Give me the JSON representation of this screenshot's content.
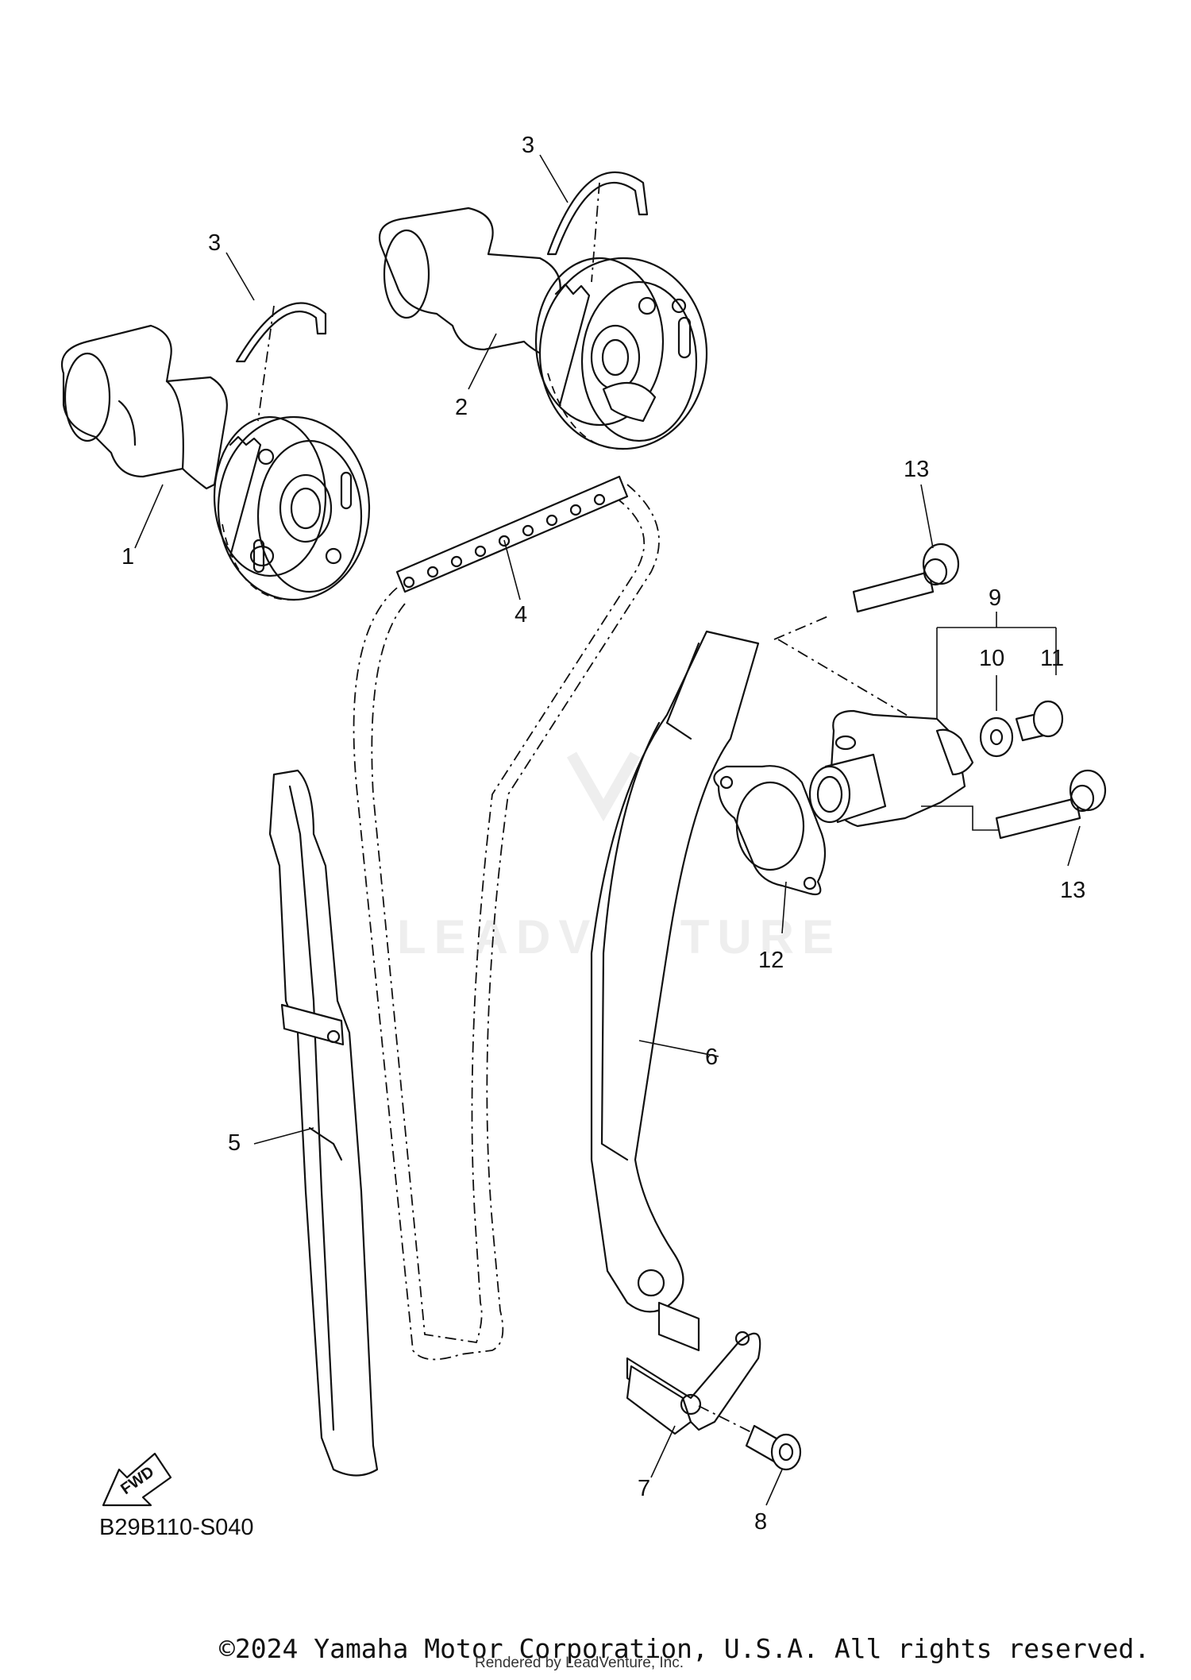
{
  "diagram": {
    "watermark": "LEADVENTURE",
    "drawing_code": "B29B110-S040",
    "fwd_label": "FWD",
    "callouts": {
      "c1": "1",
      "c2": "2",
      "c3a": "3",
      "c3b": "3",
      "c4": "4",
      "c5": "5",
      "c6": "6",
      "c7": "7",
      "c8": "8",
      "c9": "9",
      "c10": "10",
      "c11": "11",
      "c12": "12",
      "c13a": "13",
      "c13b": "13"
    }
  },
  "footer": {
    "copyright": "©2024 Yamaha Motor Corporation, U.S.A. All rights reserved.",
    "rendered_by": "Rendered by LeadVenture, Inc."
  }
}
